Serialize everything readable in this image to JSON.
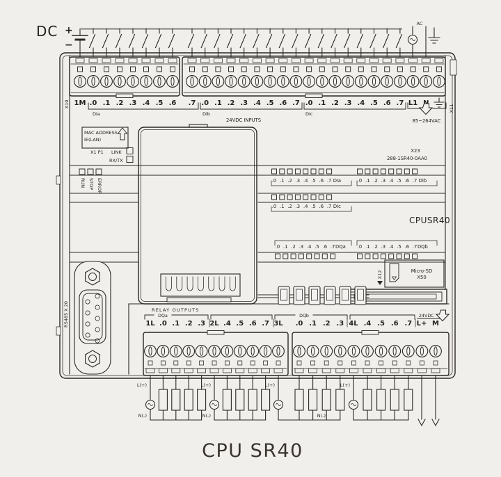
{
  "title": "CPU SR40",
  "outside": {
    "dc": "DC",
    "plus": "+",
    "minus": "−",
    "ac": "AC"
  },
  "top": {
    "x10": "X10",
    "x11": "X11",
    "row1": [
      "1M",
      ".0",
      ".1",
      ".2",
      ".3",
      ".4",
      ".5",
      ".6"
    ],
    "row2": [
      ".7",
      ".0",
      ".1",
      ".2",
      ".3",
      ".4",
      ".5",
      ".6",
      ".7"
    ],
    "row3": [
      ".0",
      ".1",
      ".2",
      ".3",
      ".4",
      ".5",
      ".6",
      ".7"
    ],
    "row4": [
      "L1",
      "N"
    ],
    "dia": "DIa",
    "dib": "DIb",
    "dic": "DIc",
    "inputs_note": "24VDC INPUTS",
    "mains_note": "85~264VAC"
  },
  "panel": {
    "mac_line1": "MAC ADDRESS",
    "mac_line2": "IE(LAN)",
    "x1p1": "X1 P1",
    "link": "LINK",
    "rxtx": "RX/TX",
    "status_leds": [
      "RUN",
      "STOP",
      "ERROR"
    ],
    "x23": "X23",
    "order_no": "288-1SR40-0AA0",
    "cpu": "CPUSR40",
    "dia_row": [
      ".0",
      ".1",
      ".2",
      ".3",
      ".4",
      ".5",
      ".6",
      ".7",
      "DIa"
    ],
    "dib_row": [
      ".0",
      ".1",
      ".2",
      ".3",
      ".4",
      ".5",
      ".6",
      ".7",
      "DIb"
    ],
    "dic_row": [
      ".0",
      ".1",
      ".2",
      ".3",
      ".4",
      ".5",
      ".6",
      ".7",
      "DIc"
    ],
    "dqa_row": [
      ".0",
      ".1",
      ".2",
      ".3",
      ".4",
      ".5",
      ".6",
      ".7",
      "DQa"
    ],
    "dqb_row": [
      ".0",
      ".1",
      ".2",
      ".3",
      ".4",
      ".5",
      ".6",
      ".7",
      "DQb"
    ],
    "x12": "X12",
    "microsd": "Micro-SD",
    "x50": "X50",
    "rs485": "RS485 X 20"
  },
  "bottom": {
    "relay_outputs": "RELAY  OUTPUTS",
    "g1": [
      "1L",
      ".0",
      ".1",
      ".2",
      ".3"
    ],
    "g2": [
      "2L",
      ".4",
      ".5",
      ".6",
      ".7"
    ],
    "l3": "3L",
    "g3": [
      ".0",
      ".1",
      ".2",
      ".3"
    ],
    "l4": "4L",
    "g4": [
      ".4",
      ".5",
      ".6",
      ".7"
    ],
    "g5": [
      "L+",
      "M"
    ],
    "dqa": "DQa",
    "dqb": "DQb",
    "vdc": "24VDC",
    "l_plus": "L(+)",
    "n_minus": "N(-)"
  },
  "colors": {
    "line": "#2b2723",
    "background": "#f0efec",
    "rail": "#8f8f8d"
  }
}
